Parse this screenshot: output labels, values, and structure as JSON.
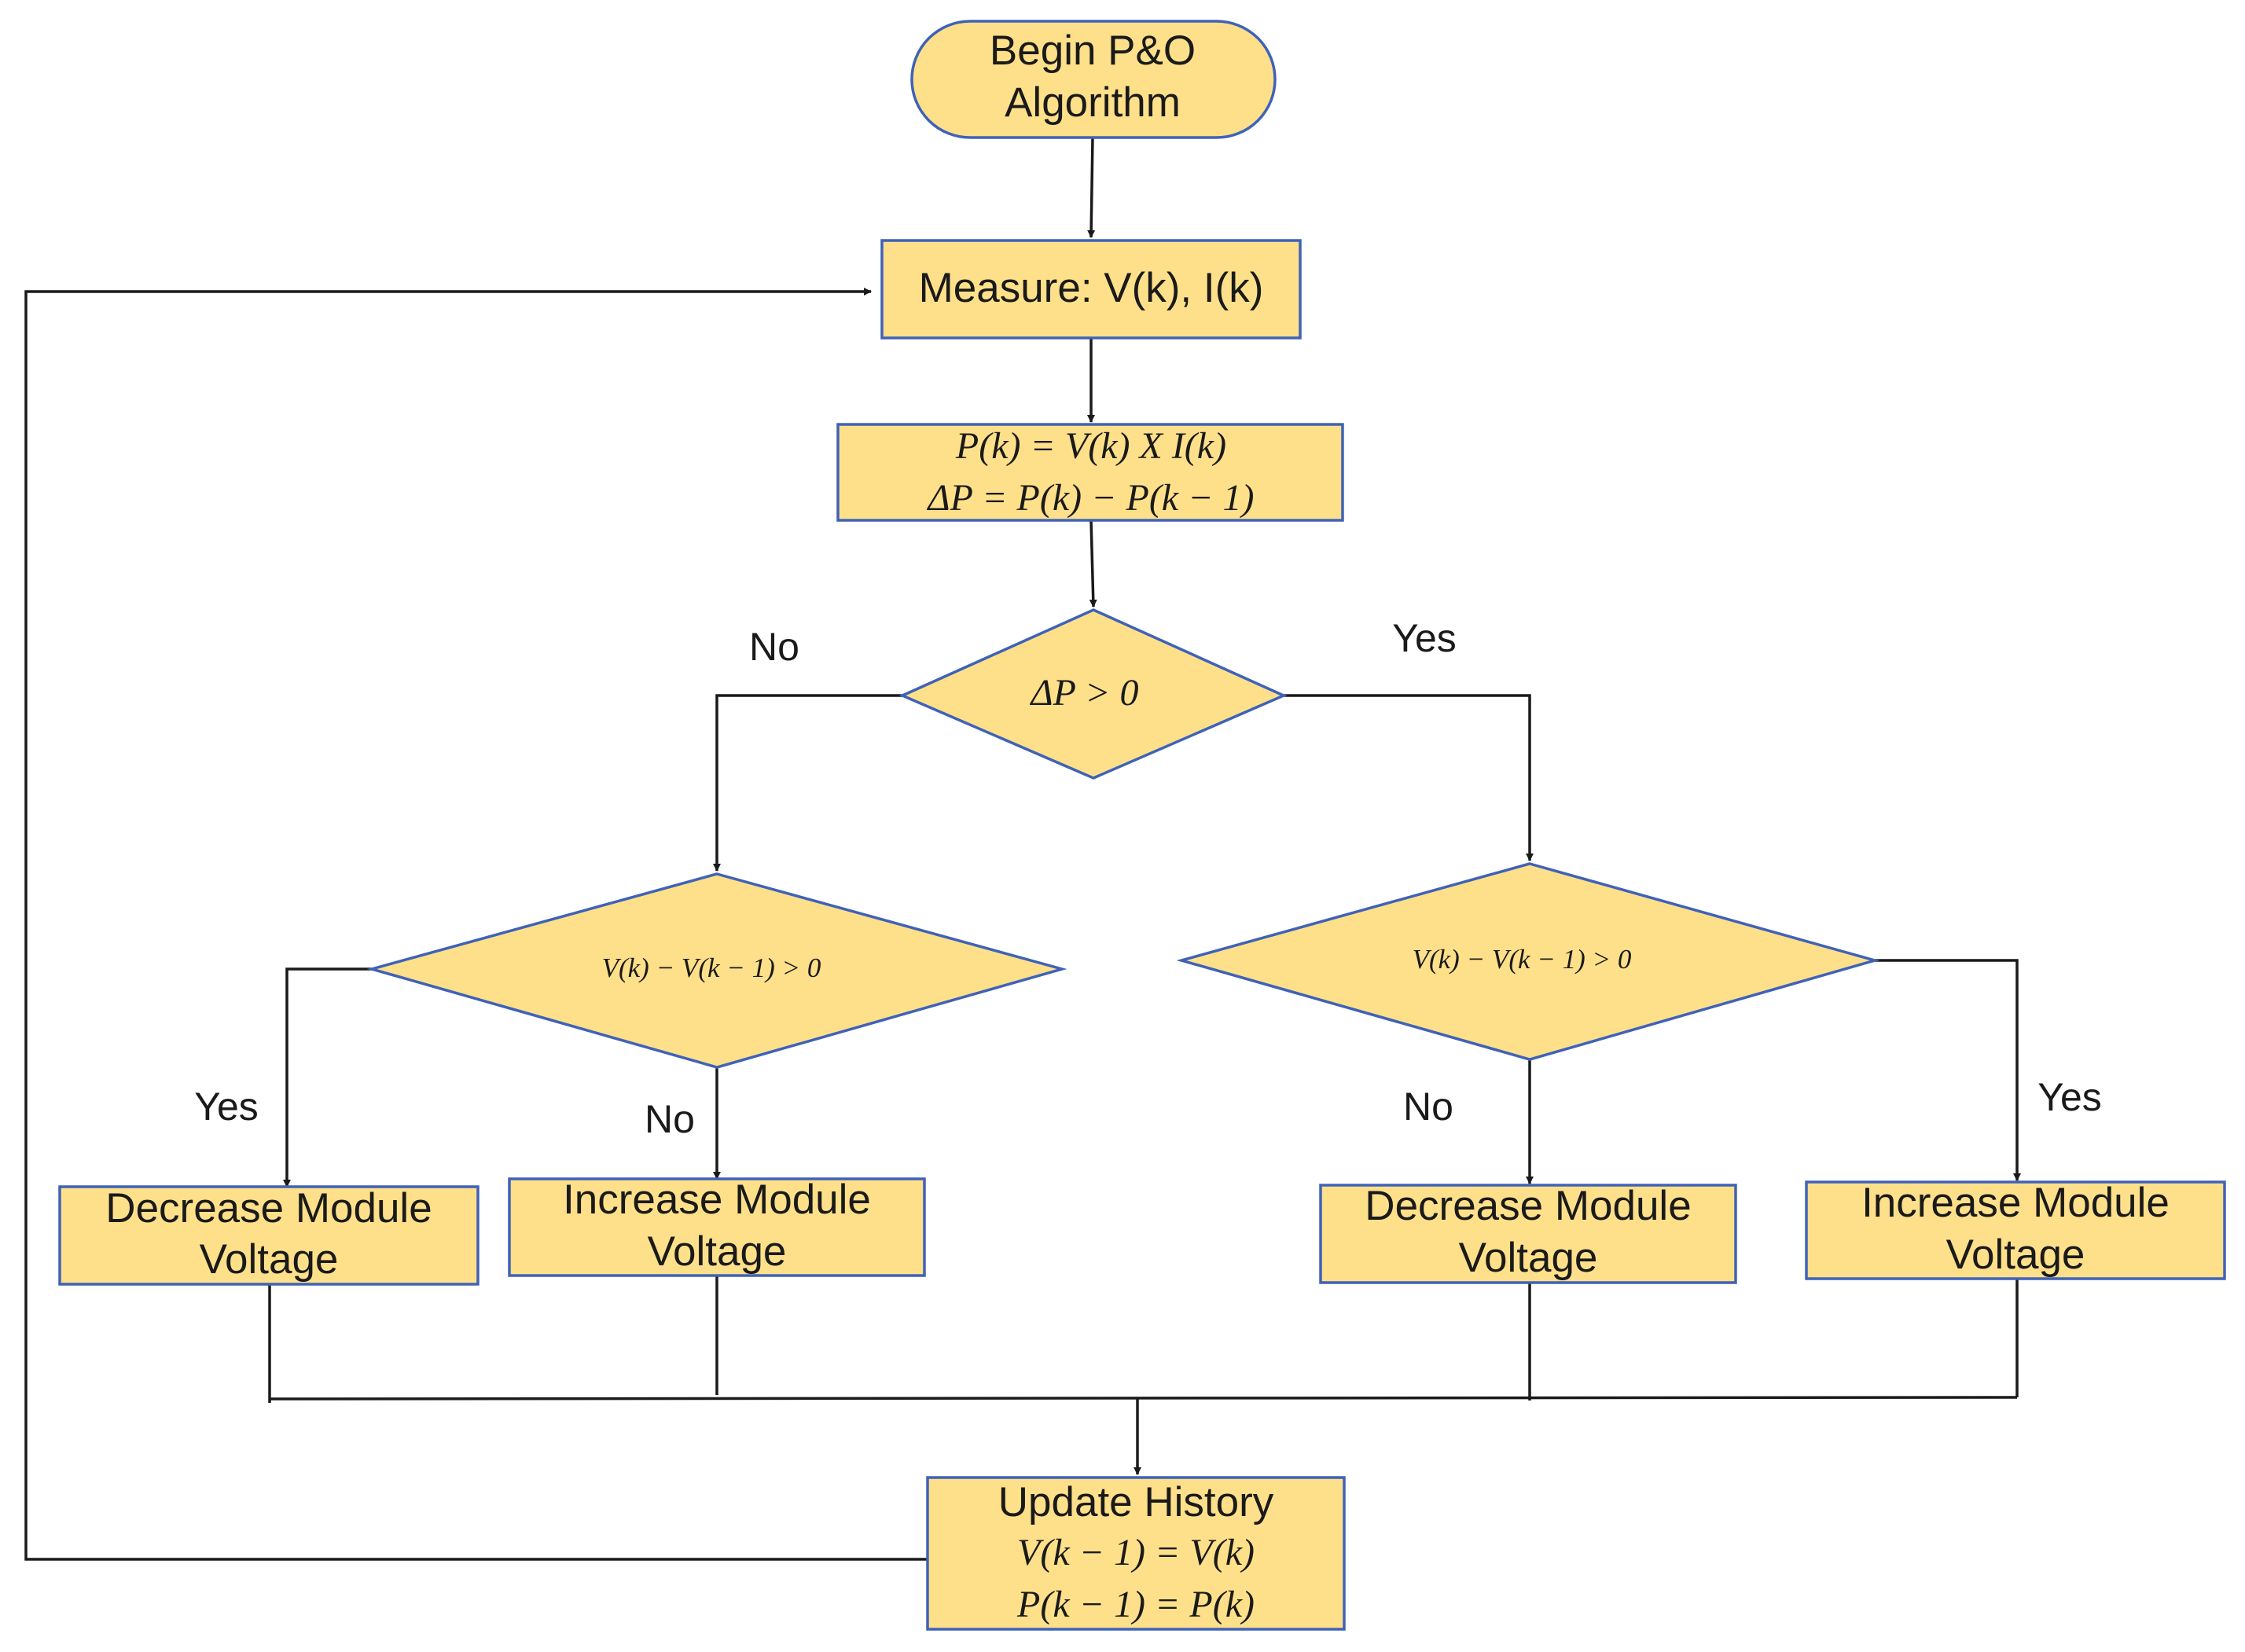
{
  "diagram": {
    "colors": {
      "fill": "#FFE08A",
      "border": "#3F62B8",
      "line": "#1a1a1a"
    },
    "start": {
      "line1": "Begin P&O",
      "line2": "Algorithm"
    },
    "measure": {
      "label": "Measure: V(k), I(k)"
    },
    "compute": {
      "line1": "P(k) = V(k) X I(k)",
      "line2": "ΔP = P(k) − P(k − 1)"
    },
    "decision_dp": {
      "label": "ΔP > 0"
    },
    "decision_left": {
      "label": "V(k) − V(k − 1) > 0"
    },
    "decision_right": {
      "label": "V(k) − V(k − 1) > 0"
    },
    "edge_labels": {
      "dp_no": "No",
      "dp_yes": "Yes",
      "left_yes": "Yes",
      "left_no": "No",
      "right_no": "No",
      "right_yes": "Yes"
    },
    "actions": {
      "a1": {
        "line1": "Decrease Module",
        "line2": "Voltage"
      },
      "a2": {
        "line1": "Increase Module",
        "line2": "Voltage"
      },
      "a3": {
        "line1": "Decrease Module",
        "line2": "Voltage"
      },
      "a4": {
        "line1": "Increase Module",
        "line2": "Voltage"
      }
    },
    "update": {
      "line1": "Update History",
      "line2": "V(k − 1) = V(k)",
      "line3": "P(k − 1) = P(k)"
    }
  }
}
